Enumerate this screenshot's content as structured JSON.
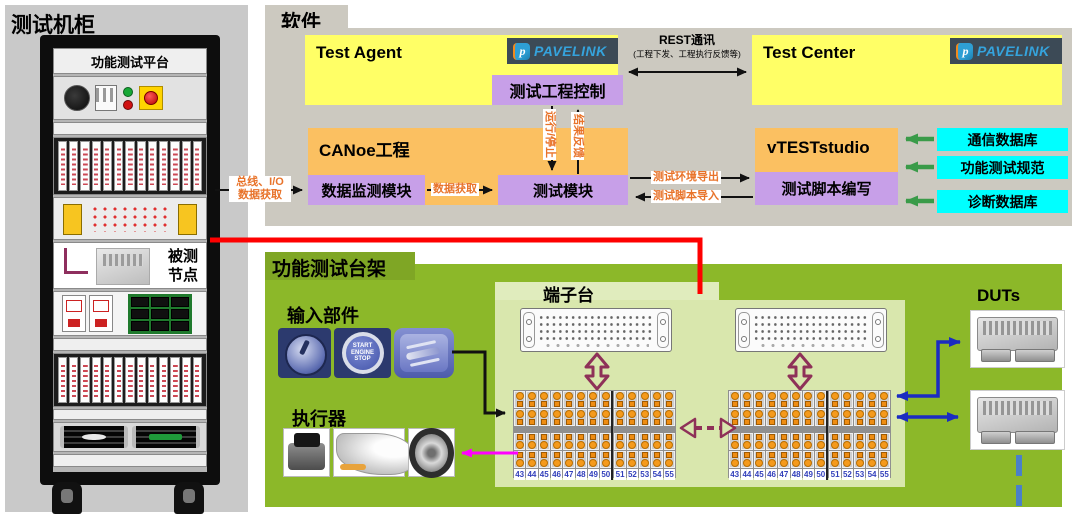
{
  "colors": {
    "cabinet_gray": "#c9c9c9",
    "panel_gray": "#ccc9c0",
    "bench_green": "#8cb829",
    "bench_light": "#d9e7ad",
    "box_yellow": "#ffff66",
    "box_purple": "#c79fe8",
    "box_orange": "#fbc061",
    "box_cyan": "#00ffff",
    "arrow_green": "#3a9b49",
    "arrow_blue": "#1b2cc1",
    "arrow_blue_dashed": "#4a80c8",
    "arrow_magenta": "#ff00ff",
    "arrow_maroon": "#8e3158",
    "line_red": "#fe0000",
    "label_orange": "#e8732a",
    "logo_bg": "#3c4a56",
    "logo_blue": "#35a3dc",
    "terminal_orange": "#f59a1c"
  },
  "cabinet": {
    "title": "测试机柜",
    "platform_label": "功能测试平台",
    "dut_line1": "被测",
    "dut_line2": "节点"
  },
  "software": {
    "title": "软件",
    "test_agent": "Test Agent",
    "test_center": "Test Center",
    "pavelink": "PAVELINK",
    "pavelink_badge": "p",
    "test_project_control": "测试工程控制",
    "rest_line1": "REST通讯",
    "rest_line2": "(工程下发、工程执行反馈等)",
    "canoe": "CANoe工程",
    "data_monitor_module": "数据监测模块",
    "test_module": "测试模块",
    "data_acquire": "数据获取",
    "run_stop": "运行/停止",
    "result_feedback": "结果反馈",
    "vteststudio": "vTESTstudio",
    "test_script_writing": "测试脚本编写",
    "test_env_export": "测试环境导出",
    "test_script_import": "测试脚本导入",
    "bus_io_line1": "总线、I/O",
    "bus_io_line2": "数据获取",
    "databases": [
      "通信数据库",
      "功能测试规范",
      "诊断数据库"
    ]
  },
  "bench": {
    "title": "功能测试台架",
    "terminal_title": "端子台",
    "input_label": "输入部件",
    "actuator_label": "执行器",
    "duts_label": "DUTs",
    "start_lines": [
      "START",
      "ENGINE",
      "STOP"
    ],
    "terminal_numbers": [
      "43",
      "44",
      "45",
      "46",
      "47",
      "48",
      "49",
      "50",
      "51",
      "52",
      "53",
      "54",
      "55"
    ]
  }
}
